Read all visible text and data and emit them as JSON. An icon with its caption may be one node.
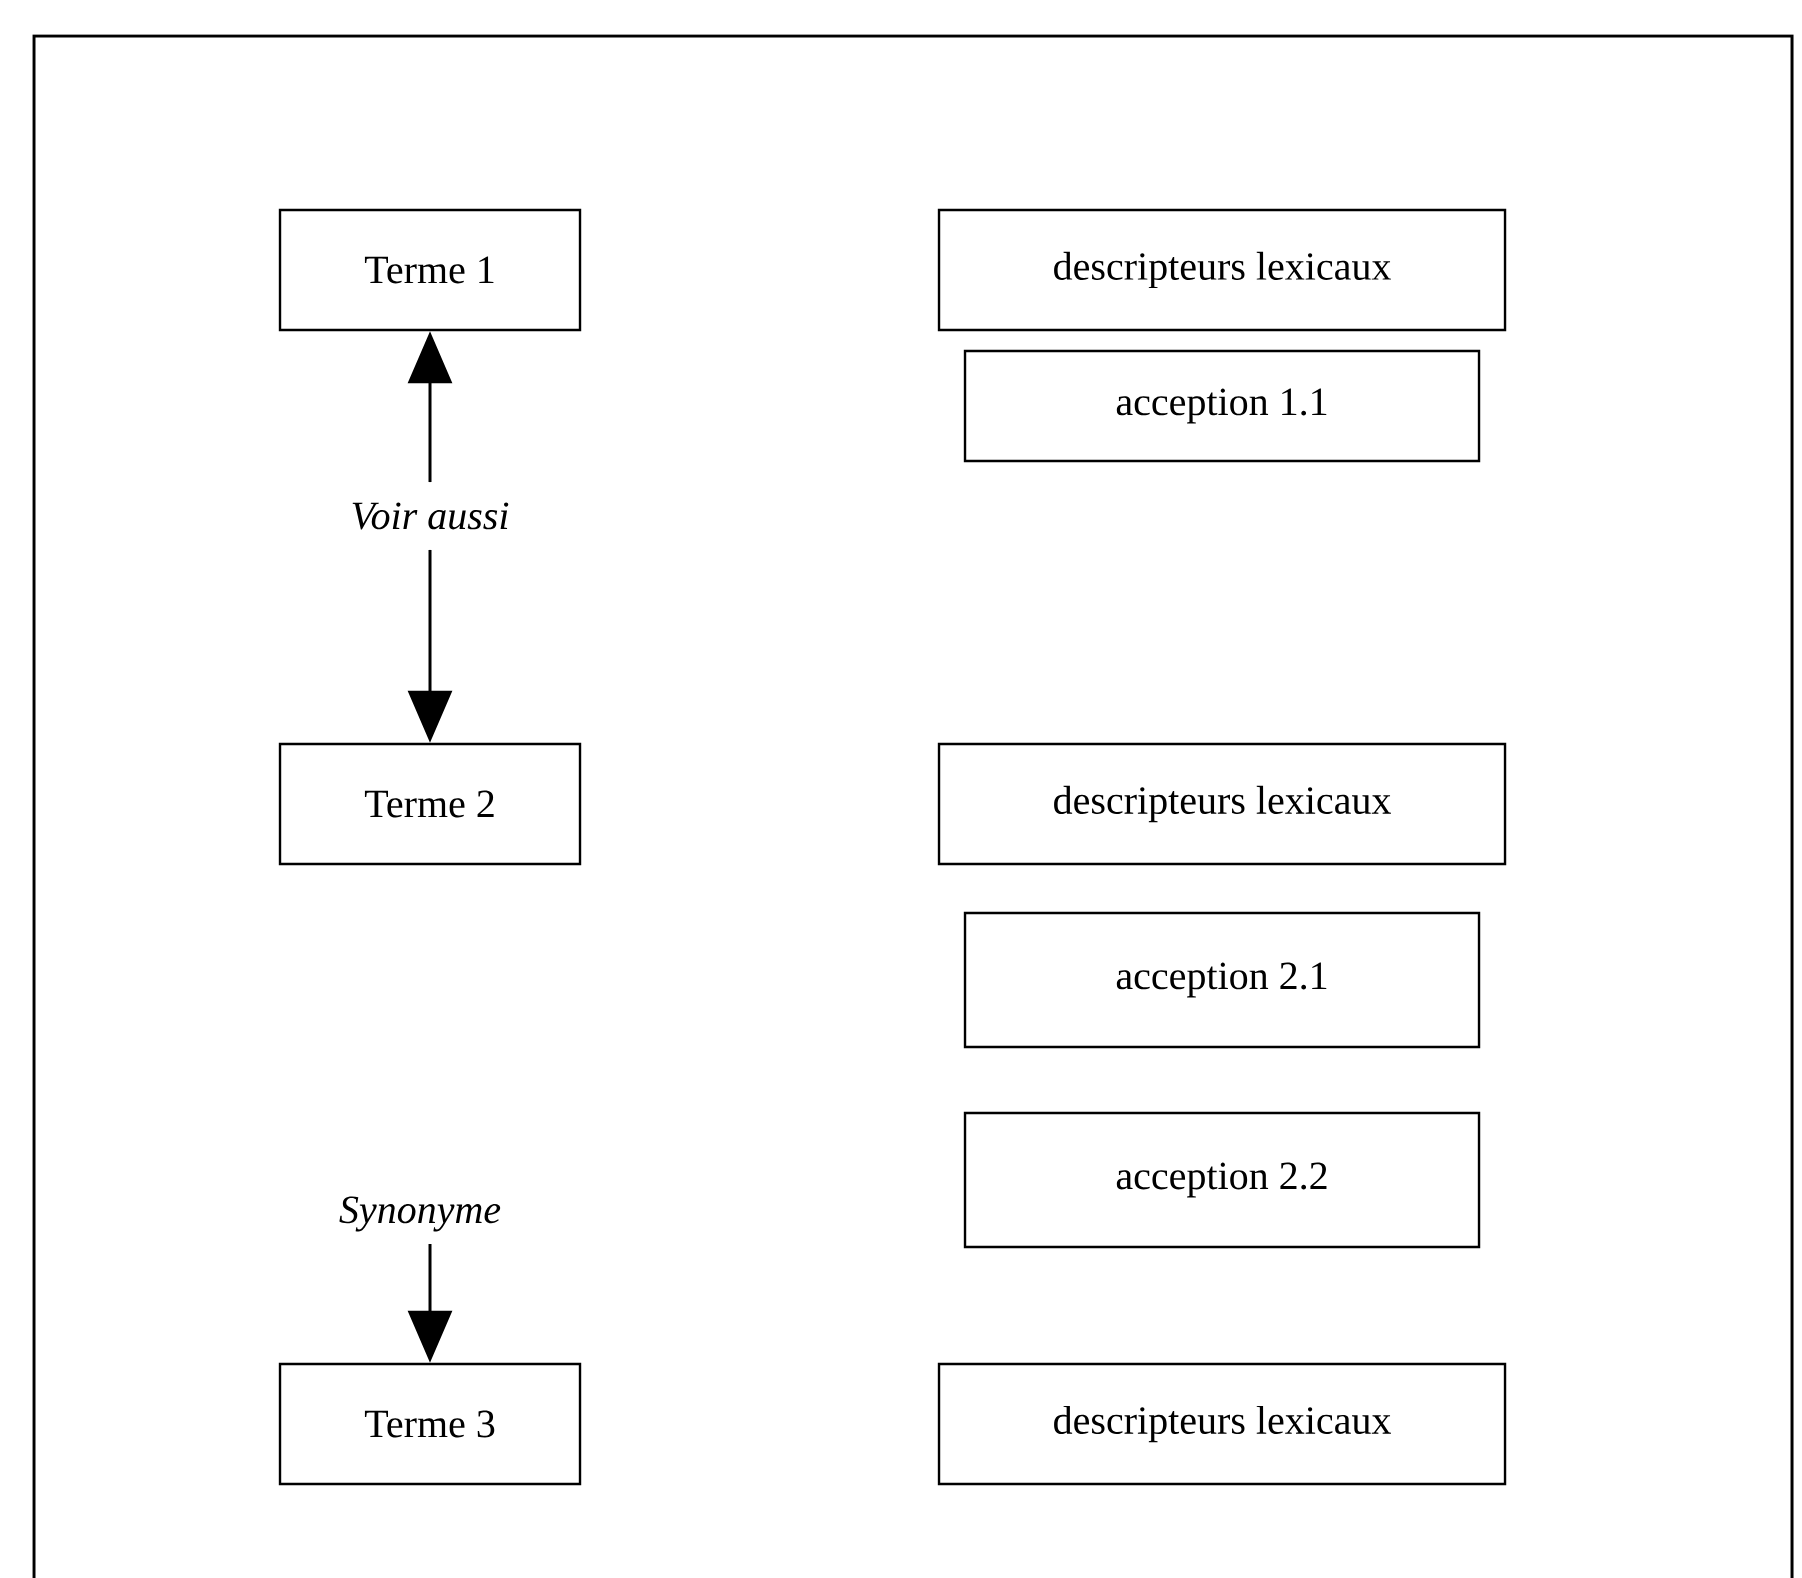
{
  "diagram": {
    "nodes": [
      {
        "text": [
          "Terme 1"
        ]
      },
      {
        "text": [
          "descripteurs lexicaux"
        ]
      },
      {
        "text": [
          "acception 1.1"
        ]
      },
      {
        "text": [
          "Voir aussi"
        ]
      },
      {
        "text": [
          "Terme 2"
        ]
      },
      {
        "text": [
          "descripteurs lexicaux"
        ]
      },
      {
        "text": [
          "acception 2.1"
        ]
      },
      {
        "text": [
          "Synonyme"
        ]
      },
      {
        "text": [
          "acception 2.2"
        ]
      },
      {
        "text": [
          "Terme 3"
        ]
      },
      {
        "text": [
          "descripteurs lexicaux"
        ]
      }
    ],
    "edges": [
      {
        "from": 3,
        "to": 0,
        "arrow": "to"
      },
      {
        "from": 3,
        "to": 4,
        "arrow": "to"
      },
      {
        "from": 7,
        "to": 9,
        "arrow": "to"
      }
    ]
  }
}
